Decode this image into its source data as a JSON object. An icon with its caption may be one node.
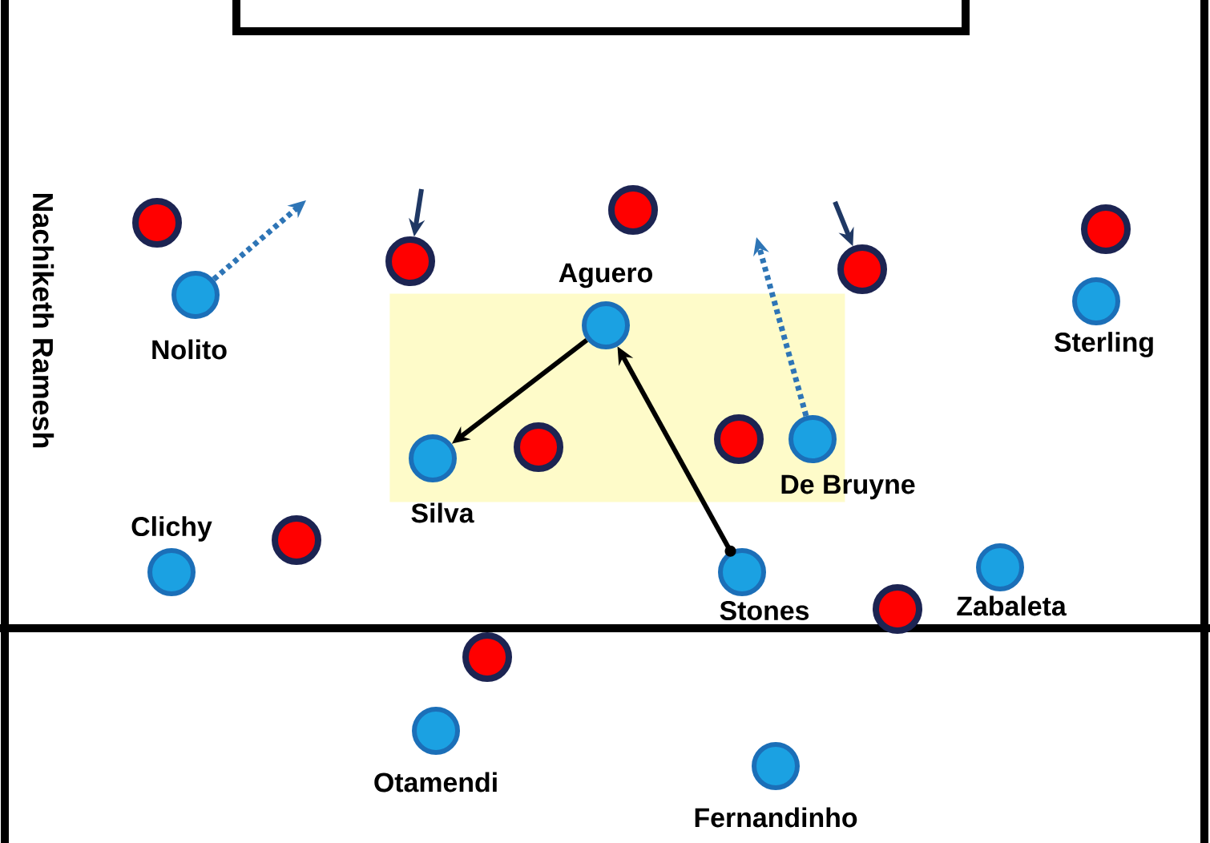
{
  "diagram": {
    "nodes": [
      {
        "text": [],
        "shape": "circle"
      },
      {
        "text": [],
        "shape": "circle"
      },
      {
        "text": [],
        "shape": "circle"
      },
      {
        "text": [],
        "shape": "circle"
      },
      {
        "text": [],
        "shape": "circle"
      },
      {
        "text": [
          "Nolito"
        ]
      },
      {
        "text": [
          "Aguero"
        ],
        "in": 8
      },
      {
        "text": [
          "Sterling"
        ]
      },
      {
        "text": [],
        "shape": "box"
      },
      {
        "text": [],
        "shape": "circle",
        "in": 8
      },
      {
        "text": [],
        "shape": "circle",
        "in": 8
      },
      {
        "text": [
          "Silva"
        ],
        "in": 8
      },
      {
        "text": [
          "De Bruyne"
        ],
        "in": 8
      },
      {
        "text": [
          "Clichy"
        ]
      },
      {
        "text": [],
        "shape": "circle"
      },
      {
        "text": [
          "Stones"
        ]
      },
      {
        "text": [
          "Zabaleta"
        ]
      },
      {
        "text": [],
        "shape": "circle"
      },
      {
        "text": [],
        "shape": "circle"
      },
      {
        "text": [
          "Otamendi"
        ]
      },
      {
        "text": [
          "Fernandinho"
        ]
      }
    ],
    "edges": [
      {
        "from": 6,
        "to": 11,
        "arrow": "to"
      },
      {
        "from": 15,
        "to": 6,
        "arrow": "to"
      },
      {
        "from": null,
        "to": 1,
        "arrow": "to",
        "color": "#1f3864"
      },
      {
        "from": null,
        "to": 3,
        "arrow": "to",
        "color": "#1f3864"
      },
      {
        "from": 5,
        "to": null,
        "arrow": "to",
        "style": "dashed",
        "color": "#2e75b6"
      },
      {
        "from": 12,
        "to": null,
        "arrow": "to",
        "style": "dashed",
        "color": "#2e75b6"
      }
    ],
    "labels": [
      "Nachiketh Ramesh"
    ]
  }
}
